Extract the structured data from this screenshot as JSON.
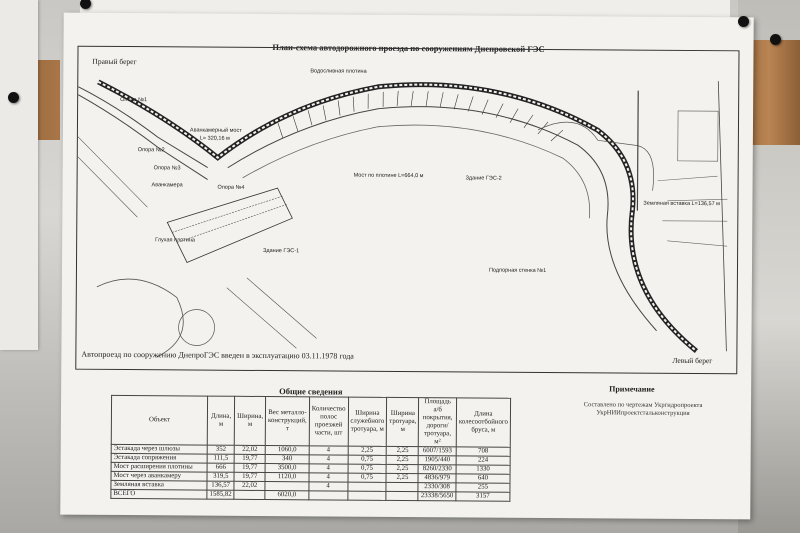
{
  "poster": {
    "title": "План-схема автодорожного проезда по сооружениям Днепровской ГЭС",
    "caption": "Автопроезд по сооружению ДнепроГЭС введен в эксплуатацию 03.11.1978 года",
    "map_labels": {
      "right_bank": "Правый берег",
      "left_bank": "Левый берег",
      "gate_chamber": "Аванкамера",
      "power_house_1": "Здание ГЭС-1",
      "power_house_2": "Здание ГЭС-2",
      "dam": "Глухая плотина",
      "support_1": "Опора №1",
      "support_2": "Опора №2",
      "support_3": "Опора №3",
      "support_4": "Опора №4",
      "avanmost": "Аванкамерный мост",
      "span_length_1": "L= 320,16 м",
      "spillway": "Водосливная плотина",
      "bottom_wall": "Подпорная стенка №1",
      "earth_insert": "Земляная вставка L=136,57 м",
      "dam_bridge": "Мост по плотине L=664,0 м"
    },
    "table": {
      "heading": "Общие сведения",
      "headers": [
        "Объект",
        "Длина, м",
        "Ширина, м",
        "Вес металло-конструкций, т",
        "Количество полос проезжей части, шт",
        "Ширина служебного тротуара, м",
        "Ширина тротуара, м",
        "Площадь а/б покрытия, дороги/тротуара, м²",
        "Длина колесоотбойного бруса, м"
      ],
      "rows": [
        [
          "Эстакада через шлюзы",
          "352",
          "22,02",
          "1060,0",
          "4",
          "2,25",
          "2,25",
          "6007/1593",
          "708"
        ],
        [
          "Эстакада сопряжения",
          "111,5",
          "19,77",
          "340",
          "4",
          "0,75",
          "2,25",
          "1905/440",
          "224"
        ],
        [
          "Мост расширения плотины",
          "666",
          "19,77",
          "3500,0",
          "4",
          "0,75",
          "2,25",
          "8260/2330",
          "1330"
        ],
        [
          "Мост через аванкамеру",
          "319,5",
          "19,77",
          "1120,0",
          "4",
          "0,75",
          "2,25",
          "4836/979",
          "640"
        ],
        [
          "Земляная вставка",
          "136,57",
          "22,02",
          "",
          "4",
          "",
          "",
          "2330/308",
          "255"
        ],
        [
          "ВСЕГО",
          "1585,82",
          "",
          "6020,0",
          "",
          "",
          "",
          "23338/5650",
          "3157"
        ]
      ]
    },
    "note": {
      "title": "Примечание",
      "text": "Составлено по чертежам Укргидропроекта УкрНИИпроектстальконструкция"
    }
  },
  "colors": {
    "paper": "#f3f2ee",
    "ink": "#222222",
    "wood": "#b98452"
  }
}
